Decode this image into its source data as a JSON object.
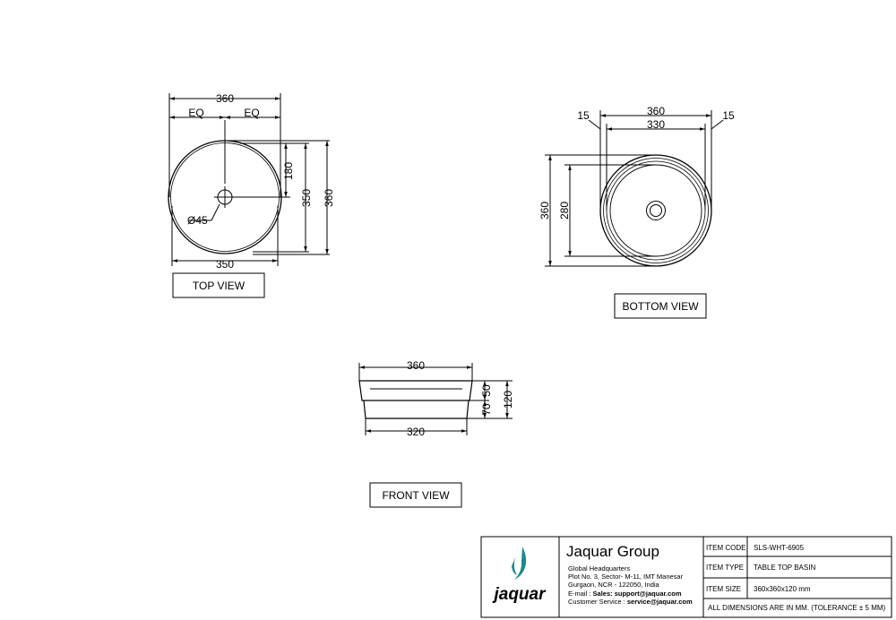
{
  "top_view": {
    "label": "TOP VIEW",
    "dims": {
      "overall_width": "360",
      "eq_left": "EQ",
      "eq_right": "EQ",
      "hole_dia": "Ø45",
      "bottom_width": "350",
      "offset": "180",
      "inner_height": "350",
      "outer_height": "360"
    }
  },
  "bottom_view": {
    "label": "BOTTOM VIEW",
    "dims": {
      "overall_width": "360",
      "inner_width": "330",
      "left_margin": "15",
      "right_margin": "15",
      "outer_height": "360",
      "inner_height": "280"
    }
  },
  "front_view": {
    "label": "FRONT VIEW",
    "dims": {
      "top_width": "360",
      "bottom_width": "320",
      "rim": "50",
      "body": "70",
      "total_height": "120"
    }
  },
  "title_block": {
    "brand_logo_text": "jaquar",
    "company": "Jaquar Group",
    "address": [
      "Global Headquarters",
      "Plot No. 3, Sector- M-11, IMT Manesar",
      "Gurgaon, NCR - 122050, India"
    ],
    "email_prefix": "E-mail : ",
    "email_label": "Sales: ",
    "email": "support@jaquar.com",
    "service_prefix": "Customer Service : ",
    "service_email": "service@jaquar.com",
    "fields": [
      {
        "key": "ITEM CODE",
        "value": "SLS-WHT-6905"
      },
      {
        "key": "ITEM TYPE",
        "value": "TABLE TOP BASIN"
      },
      {
        "key": "ITEM SIZE",
        "value": "360x360x120 mm"
      }
    ],
    "note": "ALL DIMENSIONS ARE IN MM. (TOLERANCE ± 5 MM)"
  },
  "colors": {
    "line": "#000000",
    "logo": "#1a8a8a",
    "background": "#ffffff"
  }
}
